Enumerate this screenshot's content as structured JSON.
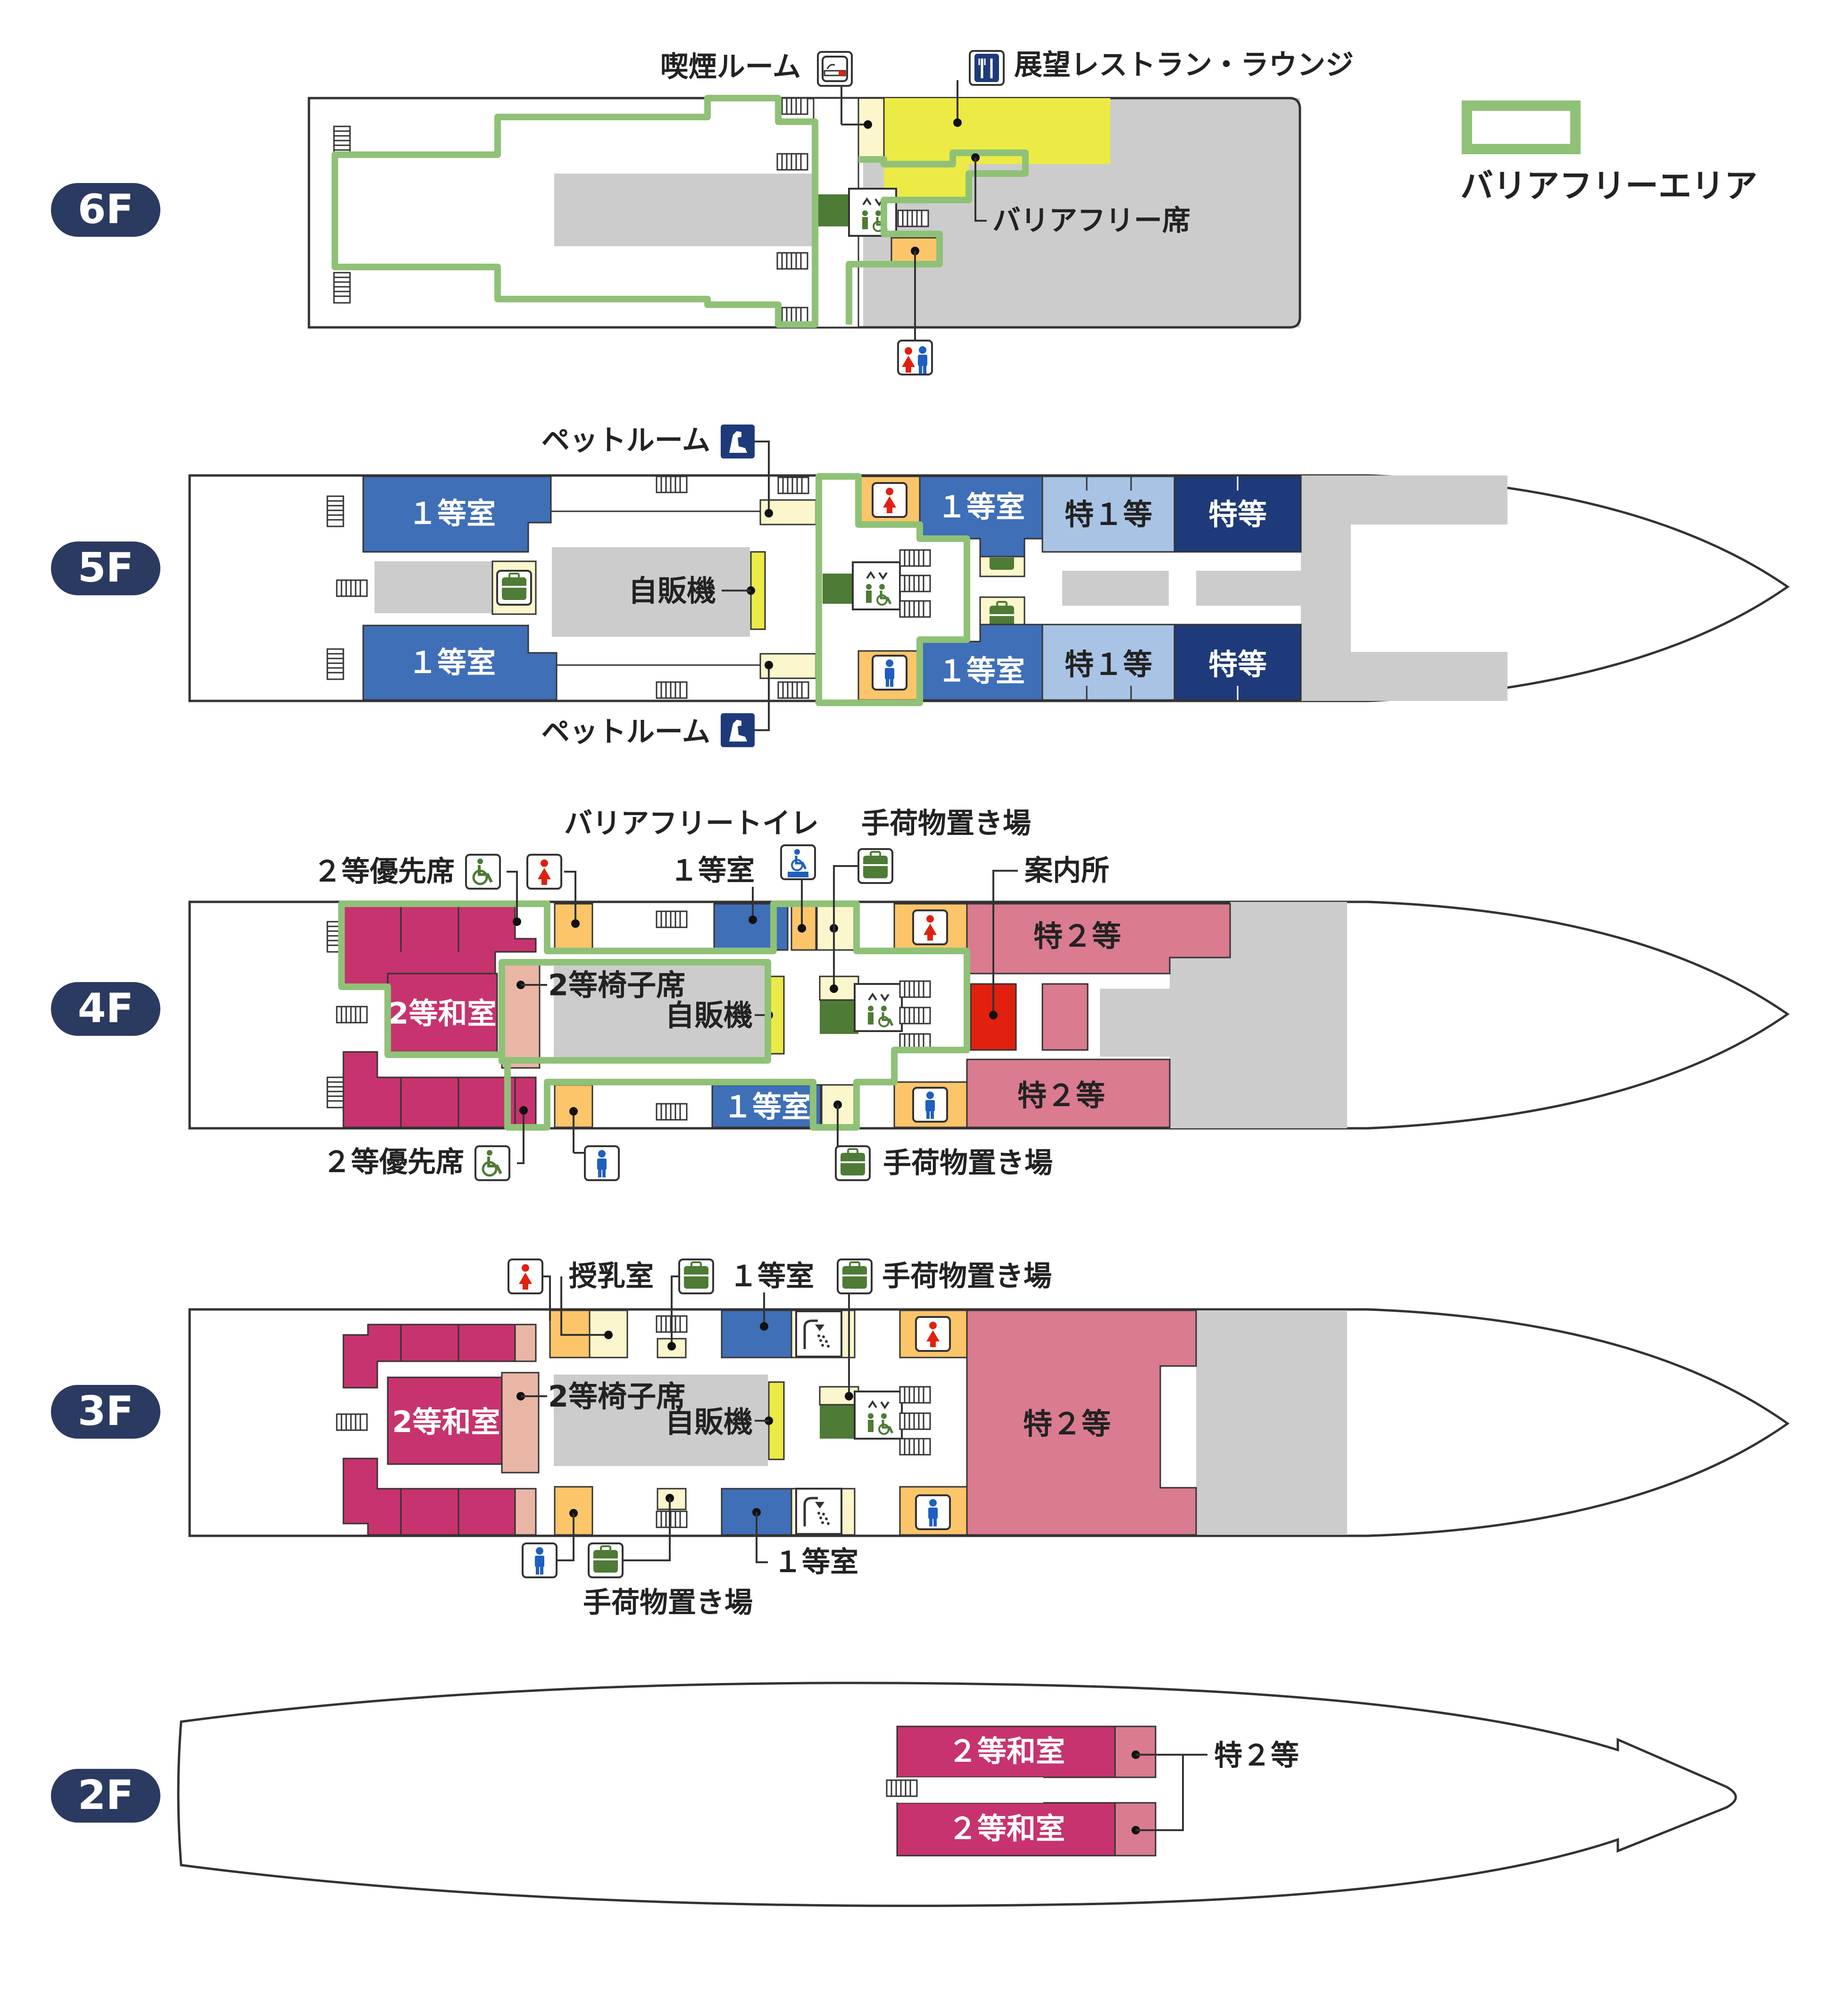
{
  "colors": {
    "first_class": "#3f6fb7",
    "special_first": "#a9c3e5",
    "special": "#1f3a7a",
    "second_japanese": "#c7336e",
    "second_special": "#da7b8f",
    "second_chair": "#e9b6a6",
    "restroom": "#fcc56a",
    "restaurant": "#ecea45",
    "vending": "#ecea45",
    "common_gray": "#cccccc",
    "info_desk": "#e1200f",
    "elevator": "#4e7b35",
    "pet_room": "#fcf6cc",
    "barrier_free_outline": "#8fc177",
    "floor_badge": "#2b3a60"
  },
  "legend": {
    "barrier_free_area": "バリアフリーエリア"
  },
  "icons": {
    "smoking": "no-smoking-icon",
    "restaurant": "fork-knife-icon",
    "restroom": "restroom-icon",
    "female": "female-icon",
    "male": "male-icon",
    "pet": "dog-icon",
    "luggage": "luggage-icon",
    "wheelchair": "wheelchair-icon",
    "accessible_wc": "accessible-wc-icon",
    "shower": "shower-icon",
    "elevator": "elevator-icon"
  },
  "floors": {
    "f6": {
      "badge": "6F",
      "smoking_room": "喫煙ルーム",
      "restaurant": "展望レストラン・ラウンジ",
      "barrier_free_seat": "バリアフリー席"
    },
    "f5": {
      "badge": "5F",
      "pet_room_top": "ペットルーム",
      "pet_room_bottom": "ペットルーム",
      "first_top_left": "１等室",
      "first_bottom_left": "１等室",
      "first_top_mid": "１等室",
      "first_bottom_mid": "１等室",
      "special_first_top": "特１等",
      "special_first_bottom": "特１等",
      "special_top": "特等",
      "special_bottom": "特等",
      "vending": "自販機"
    },
    "f4": {
      "badge": "4F",
      "priority_top": "２等優先席",
      "priority_bottom": "２等優先席",
      "first_top_callout": "１等室",
      "barrier_free_toilet": "バリアフリートイレ",
      "luggage_top": "手荷物置き場",
      "info": "案内所",
      "second_special_top": "特２等",
      "second_special_bottom": "特２等",
      "japanese_room": "2等和室",
      "chair_seats": "2等椅子席",
      "vending": "自販機",
      "first_bottom": "１等室",
      "luggage_bottom": "手荷物置き場"
    },
    "f3": {
      "badge": "3F",
      "nursing_room": "授乳室",
      "first_top_callout": "１等室",
      "luggage_top": "手荷物置き場",
      "japanese_room": "2等和室",
      "chair_seats": "2等椅子席",
      "vending": "自販機",
      "second_special": "特２等",
      "first_bottom_callout": "１等室",
      "luggage_bottom": "手荷物置き場"
    },
    "f2": {
      "badge": "2F",
      "japanese_room_top": "２等和室",
      "japanese_room_bottom": "２等和室",
      "second_special": "特２等"
    }
  }
}
